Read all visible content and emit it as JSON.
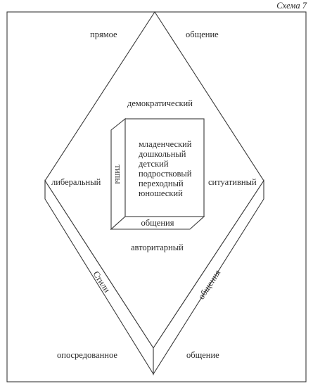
{
  "caption": "Схема 7",
  "diamond": {
    "top_left": "прямое",
    "top_right": "общение",
    "left": "либеральный",
    "right": "ситуативный",
    "top_inner": "демократический",
    "bottom_inner": "авторитарный",
    "bottom_left": "опосредованное",
    "bottom_right": "общение",
    "left_edge_label": "Стили",
    "right_edge_label": "общения"
  },
  "box": {
    "side_label": "типы",
    "bottom_label": "общения",
    "items": [
      "младенческий",
      "дошкольный",
      "детский",
      "подростковый",
      "переходный",
      "юношеский"
    ]
  },
  "colors": {
    "ink": "#2a2a2a",
    "paper": "#ffffff"
  }
}
